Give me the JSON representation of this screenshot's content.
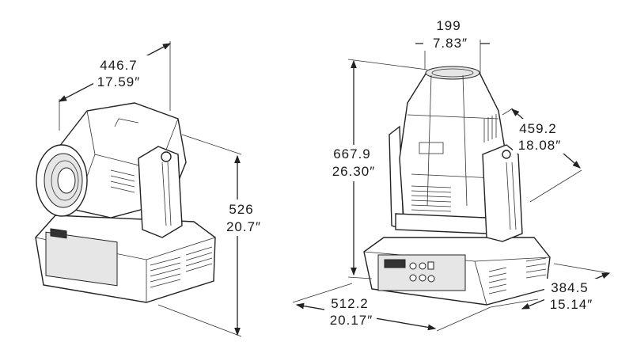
{
  "left_view": {
    "width_mm": "446.7",
    "width_in": "17.59″",
    "height_mm": "526",
    "height_in": "20.7″"
  },
  "right_view": {
    "top_mm": "199",
    "top_in": "7.83″",
    "height_mm": "667.9",
    "height_in": "26.30″",
    "depth_head_mm": "459.2",
    "depth_head_in": "18.08″",
    "base_width_mm": "512.2",
    "base_width_in": "20.17″",
    "base_depth_mm": "384.5",
    "base_depth_in": "15.14″"
  }
}
